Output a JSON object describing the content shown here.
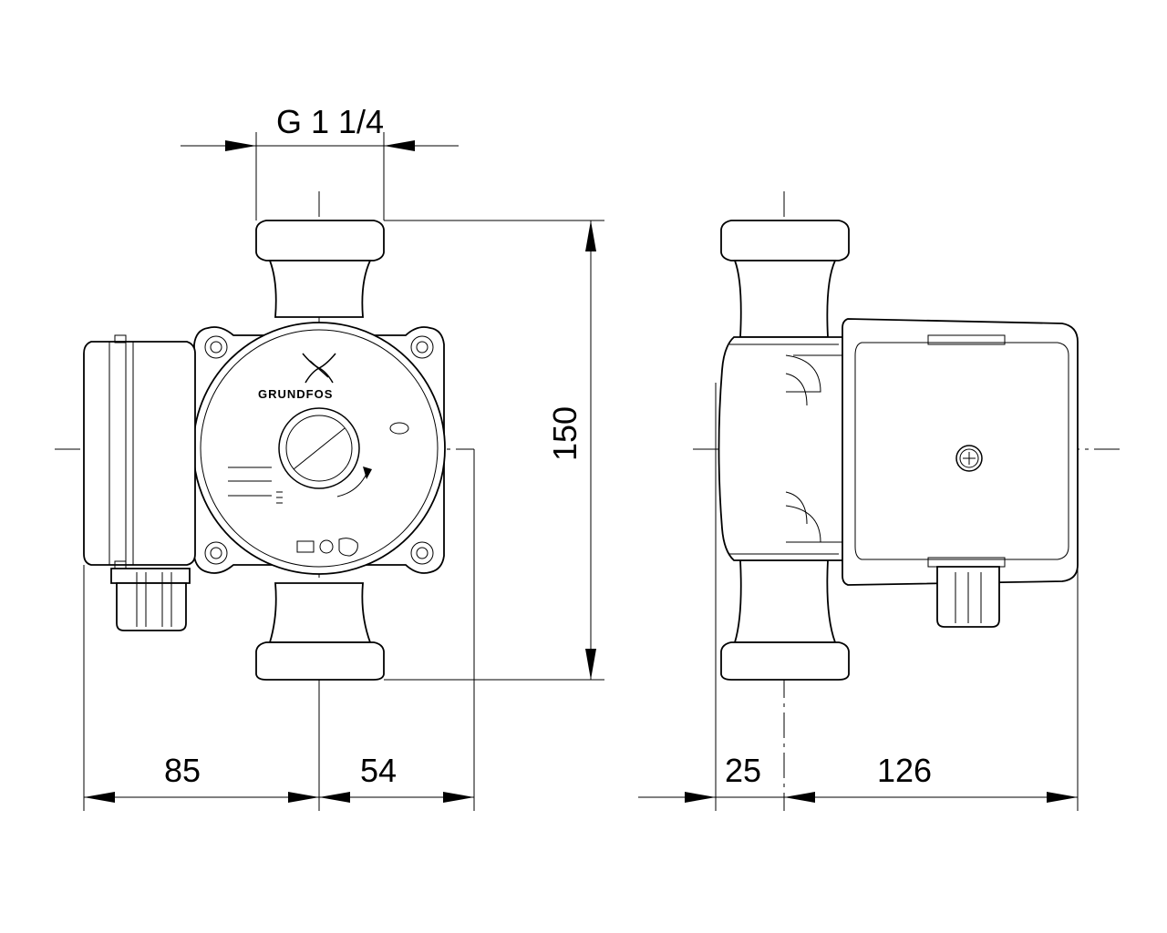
{
  "brand": "GRUNDFOS",
  "dimensions": {
    "thread": "G 1 1/4",
    "height": "150",
    "left_width": "85",
    "right_offset": "54",
    "side_left": "25",
    "side_right": "126"
  }
}
